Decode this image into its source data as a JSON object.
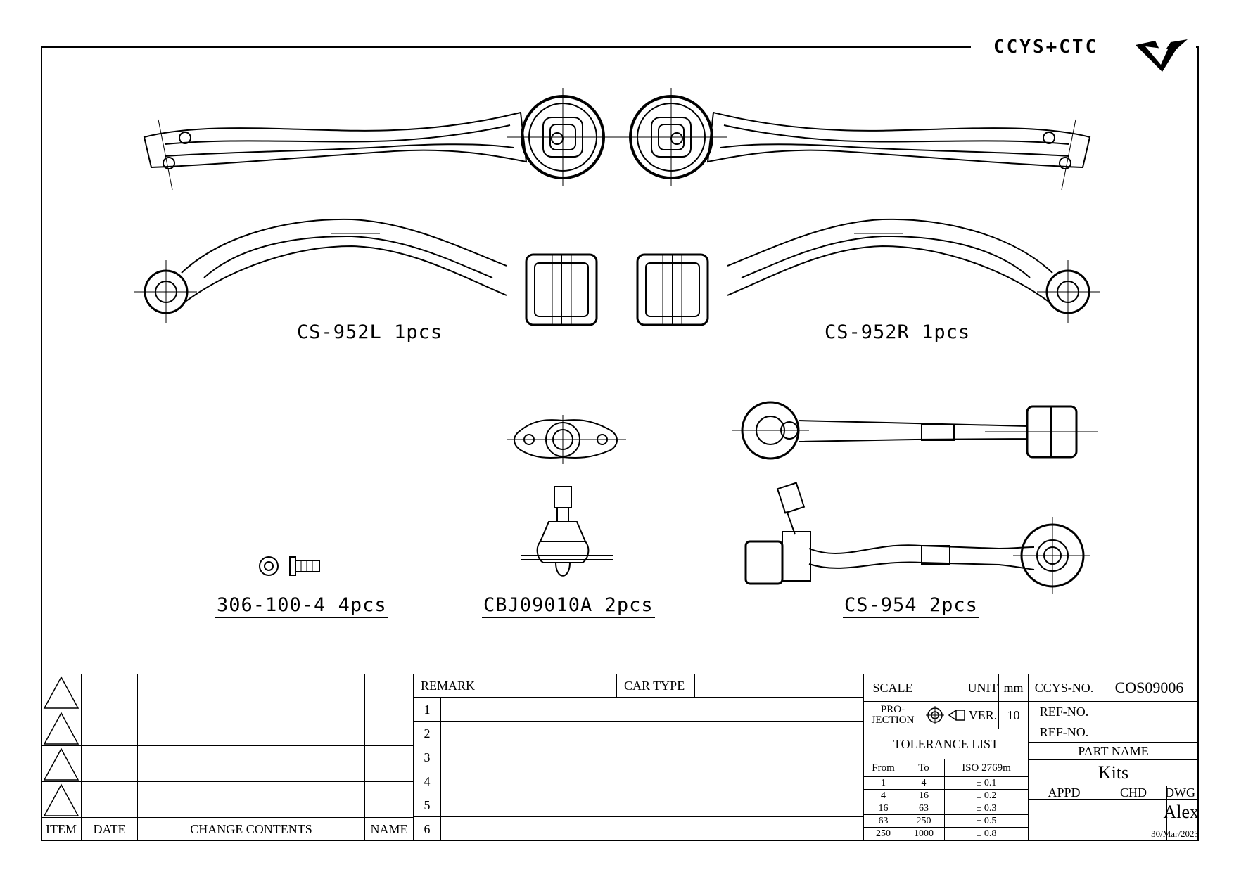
{
  "brand": {
    "name": "CCYS+CTC"
  },
  "parts": [
    {
      "code": "CS-952L",
      "qty": "1pcs"
    },
    {
      "code": "CS-952R",
      "qty": "1pcs"
    },
    {
      "code": "306-100-4",
      "qty": "4pcs"
    },
    {
      "code": "CBJ09010A",
      "qty": "2pcs"
    },
    {
      "code": "CS-954",
      "qty": "2pcs"
    }
  ],
  "revision_table": {
    "headers": {
      "item": "ITEM",
      "date": "DATE",
      "contents": "CHANGE CONTENTS",
      "name": "NAME"
    }
  },
  "remarks": {
    "remark_label": "REMARK",
    "car_type_label": "CAR TYPE",
    "rows": [
      "1",
      "2",
      "3",
      "4",
      "5",
      "6"
    ]
  },
  "spec": {
    "scale_label": "SCALE",
    "unit_label": "UNIT",
    "unit_value": "mm",
    "projection_label": "PRO-\nJECTION",
    "ver_label": "VER.",
    "ver_value": "10"
  },
  "tolerance": {
    "title": "TOLERANCE LIST",
    "headers": [
      "From",
      "To",
      "ISO 2769m"
    ],
    "rows": [
      [
        "1",
        "4",
        "± 0.1"
      ],
      [
        "4",
        "16",
        "± 0.2"
      ],
      [
        "16",
        "63",
        "± 0.3"
      ],
      [
        "63",
        "250",
        "± 0.5"
      ],
      [
        "250",
        "1000",
        "± 0.8"
      ]
    ]
  },
  "ident": {
    "ccys_no_label": "CCYS-NO.",
    "ccys_no_value": "COS09006",
    "ref_no_label_1": "REF-NO.",
    "ref_no_label_2": "REF-NO.",
    "part_name_label": "PART NAME",
    "part_name_value": "Kits",
    "appd_label": "APPD",
    "chd_label": "CHD",
    "dwg_label": "DWG",
    "dwg_name": "Alex",
    "dwg_date": "30/Mar/2023"
  }
}
